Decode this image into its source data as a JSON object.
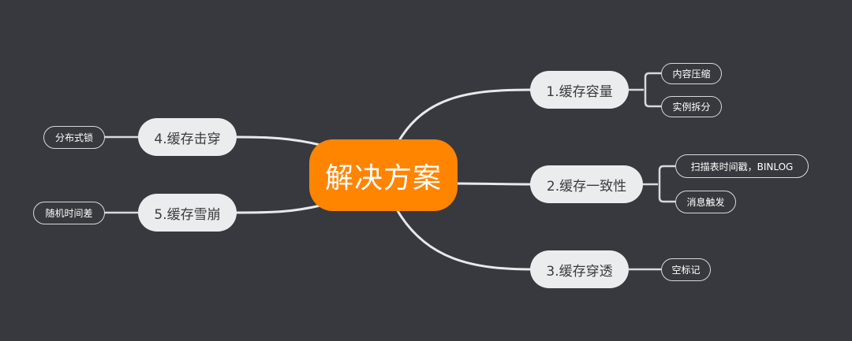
{
  "mindmap": {
    "root": {
      "label": "解决方案",
      "color": "#FF8400"
    },
    "branches": [
      {
        "label": "1.缓存容量",
        "side": "right",
        "children": [
          "内容压缩",
          "实例拆分"
        ]
      },
      {
        "label": "2.缓存一致性",
        "side": "right",
        "children": [
          "扫描表时间戳，BINLOG",
          "消息触发"
        ]
      },
      {
        "label": "3.缓存穿透",
        "side": "right",
        "children": [
          "空标记"
        ]
      },
      {
        "label": "4.缓存击穿",
        "side": "left",
        "children": [
          "分布式锁"
        ]
      },
      {
        "label": "5.缓存雪崩",
        "side": "left",
        "children": [
          "随机时间差"
        ]
      }
    ]
  },
  "colors": {
    "background": "#37393E",
    "root_fill": "#FF8400",
    "branch_fill": "#EBECEE",
    "connector": "#E8E9EB",
    "leaf_border": "#D8D9DB"
  }
}
